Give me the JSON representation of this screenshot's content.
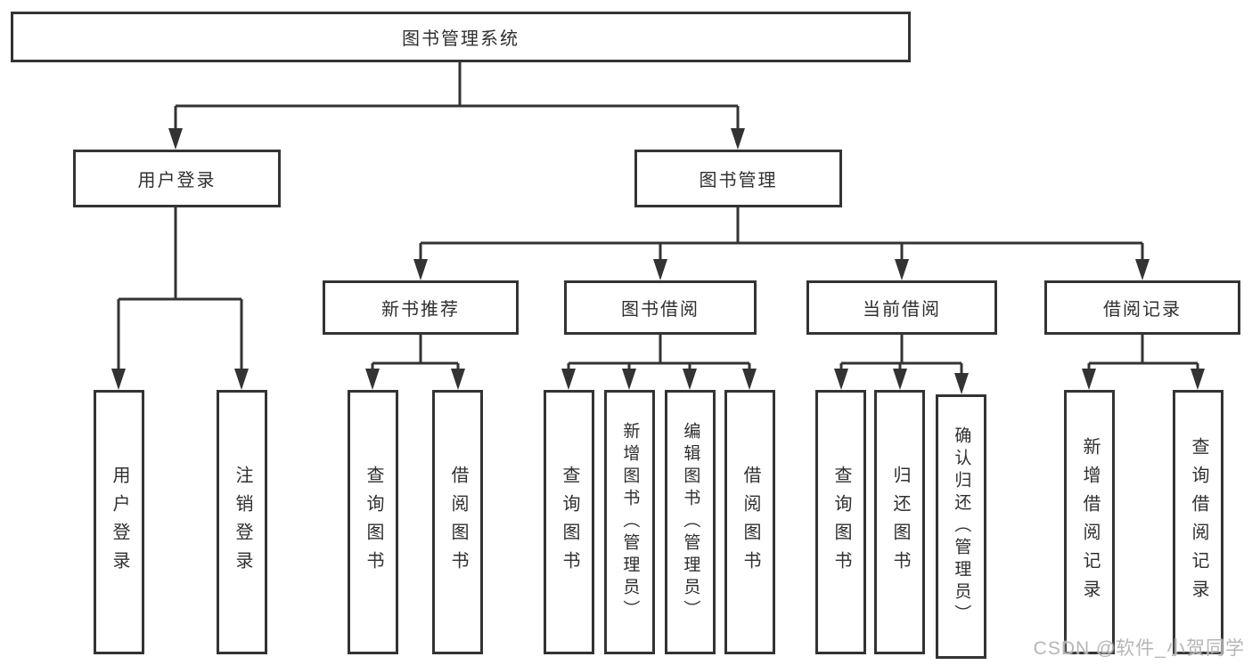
{
  "diagram_title": "图书管理系统",
  "tree": {
    "root": {
      "label": "图书管理系统"
    },
    "branches": [
      {
        "label": "用户登录",
        "children": [
          {
            "label": "用户登录"
          },
          {
            "label": "注销登录"
          }
        ]
      },
      {
        "label": "图书管理",
        "children": [
          {
            "label": "新书推荐",
            "children": [
              {
                "label": "查询图书"
              },
              {
                "label": "借阅图书"
              }
            ]
          },
          {
            "label": "图书借阅",
            "children": [
              {
                "label": "查询图书"
              },
              {
                "label": "新增图书（管理员）"
              },
              {
                "label": "编辑图书（管理员）"
              },
              {
                "label": "借阅图书"
              }
            ]
          },
          {
            "label": "当前借阅",
            "children": [
              {
                "label": "查询图书"
              },
              {
                "label": "归还图书"
              },
              {
                "label": "确认归还（管理员）"
              }
            ]
          },
          {
            "label": "借阅记录",
            "children": [
              {
                "label": "新增借阅记录"
              },
              {
                "label": "查询借阅记录"
              }
            ]
          }
        ]
      }
    ]
  },
  "watermark": "CSDN @软件_小贺同学",
  "colors": {
    "line": "#333333",
    "text": "#2f2f2f",
    "watermark": "#b6b6b6",
    "background": "#ffffff"
  }
}
